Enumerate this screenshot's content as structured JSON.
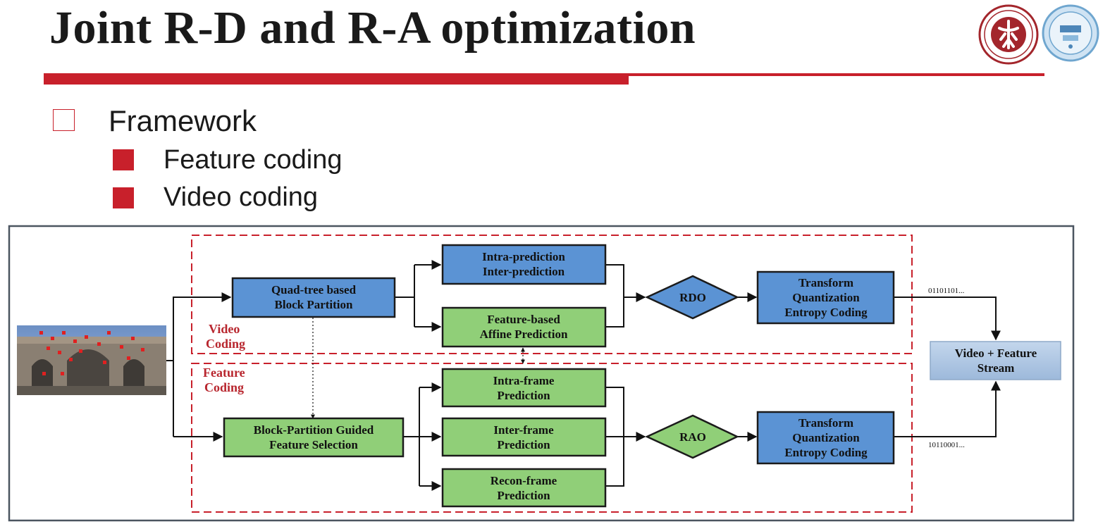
{
  "slide": {
    "title": "Joint R-D and R-A optimization",
    "accent_color": "#c8202b"
  },
  "bullets": {
    "main": "Framework",
    "sub": [
      "Feature coding",
      "Video coding"
    ]
  },
  "logos": {
    "left_icon": "university-seal-icon",
    "right_icon": "laboratory-seal-icon"
  },
  "diagram": {
    "regions": {
      "video_label": [
        "Video",
        "Coding"
      ],
      "feature_label": [
        "Feature",
        "Coding"
      ]
    },
    "video_branch": {
      "partition": [
        "Quad-tree based",
        "Block Partition"
      ],
      "pred_top": [
        "Intra-prediction",
        "Inter-prediction"
      ],
      "pred_bottom": [
        "Feature-based",
        "Affine Prediction"
      ],
      "decision": "RDO",
      "transform": [
        "Transform",
        "Quantization",
        "Entropy Coding"
      ],
      "bits": "01101101..."
    },
    "feature_branch": {
      "selection": [
        "Block-Partition Guided",
        "Feature Selection"
      ],
      "pred_1": [
        "Intra-frame",
        "Prediction"
      ],
      "pred_2": [
        "Inter-frame",
        "Prediction"
      ],
      "pred_3": [
        "Recon-frame",
        "Prediction"
      ],
      "decision": "RAO",
      "transform": [
        "Transform",
        "Quantization",
        "Entropy Coding"
      ],
      "bits": "10110001..."
    },
    "output": [
      "Video + Feature",
      "Stream"
    ],
    "colors": {
      "blue_box": "#5b93d4",
      "green_box": "#90cf78",
      "dashed_border": "#c8202b",
      "output_box": "#a9c3e0"
    }
  }
}
